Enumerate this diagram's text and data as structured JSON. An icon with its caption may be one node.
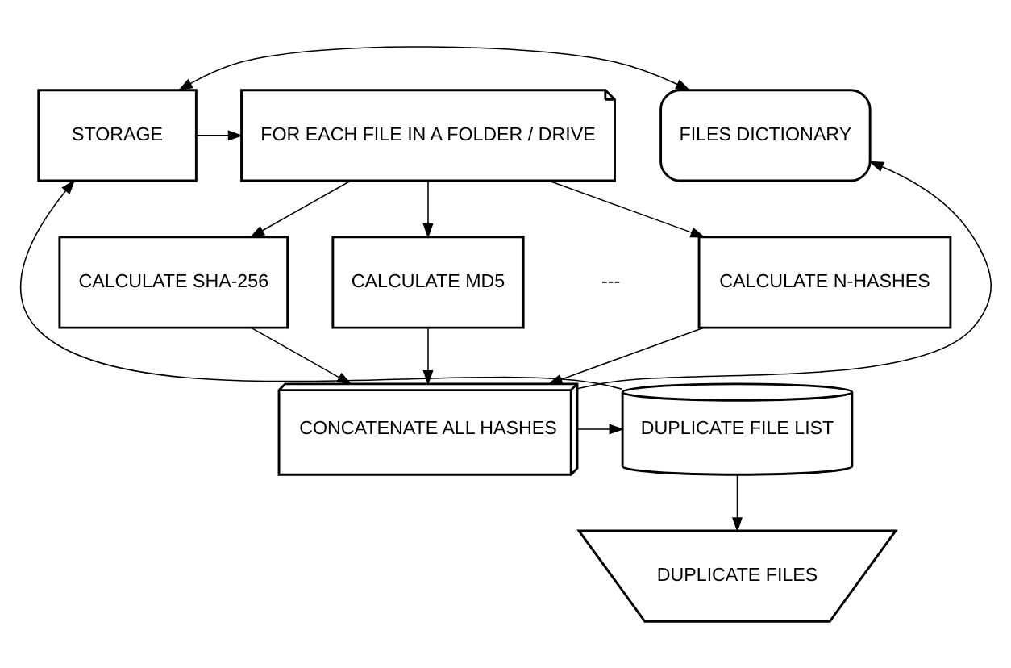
{
  "diagram": {
    "nodes": [
      {
        "text": [
          "STORAGE"
        ]
      },
      {
        "text": [
          "FILES DICTIONARY"
        ]
      },
      {
        "text": [
          "FOR EACH FILE IN A FOLDER / DRIVE"
        ]
      },
      {
        "text": [
          "CALCULATE SHA-256"
        ]
      },
      {
        "text": [
          "CALCULATE MD5"
        ]
      },
      {
        "text": [
          "CALCULATE N-HASHES"
        ]
      },
      {
        "text": [
          "CONCATENATE ALL HASHES"
        ]
      },
      {
        "text": [
          "DUPLICATE FILE LIST"
        ]
      },
      {
        "text": [
          "DUPLICATE FILES"
        ]
      }
    ],
    "edges": [
      {
        "from": 0,
        "to": 1,
        "arrow": "both"
      },
      {
        "from": 0,
        "to": 2,
        "arrow": "to"
      },
      {
        "from": 2,
        "to": 3,
        "arrow": "to"
      },
      {
        "from": 2,
        "to": 4,
        "arrow": "to"
      },
      {
        "from": 2,
        "to": 5,
        "arrow": "to"
      },
      {
        "from": 3,
        "to": 6,
        "arrow": "to"
      },
      {
        "from": 4,
        "to": 6,
        "arrow": "to"
      },
      {
        "from": 5,
        "to": 6,
        "arrow": "to"
      },
      {
        "from": 6,
        "to": 1,
        "arrow": "to"
      },
      {
        "from": 6,
        "to": 7,
        "arrow": "to"
      },
      {
        "from": 7,
        "to": 0,
        "arrow": "to"
      },
      {
        "from": 7,
        "to": 8,
        "arrow": "to"
      }
    ],
    "labels": [
      "---"
    ]
  }
}
